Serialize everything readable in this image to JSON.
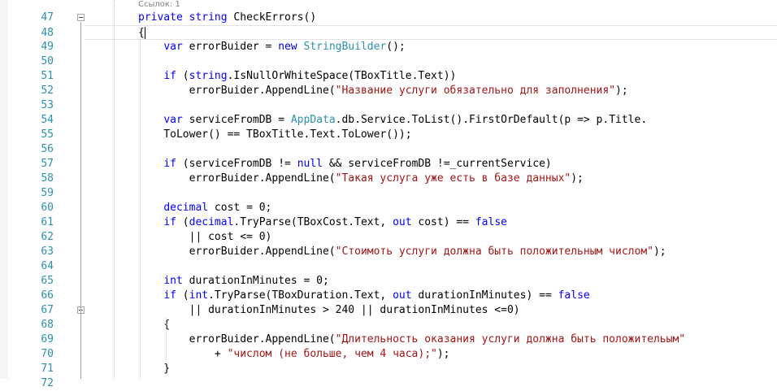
{
  "reference_label": "Ссылок: 1",
  "lines": [
    {
      "num": "47",
      "tokens": [
        {
          "t": "kw",
          "v": "private"
        },
        {
          "t": "tx",
          "v": " "
        },
        {
          "t": "kw",
          "v": "string"
        },
        {
          "t": "tx",
          "v": " CheckErrors()"
        }
      ]
    },
    {
      "num": "48",
      "tokens": [
        {
          "t": "tx",
          "v": "{"
        }
      ]
    },
    {
      "num": "49",
      "tokens": [
        {
          "t": "tx",
          "v": "    "
        },
        {
          "t": "kw",
          "v": "var"
        },
        {
          "t": "tx",
          "v": " errorBuider = "
        },
        {
          "t": "kw",
          "v": "new"
        },
        {
          "t": "tx",
          "v": " "
        },
        {
          "t": "ty",
          "v": "StringBuilder"
        },
        {
          "t": "tx",
          "v": "();"
        }
      ]
    },
    {
      "num": "50",
      "tokens": []
    },
    {
      "num": "51",
      "tokens": [
        {
          "t": "tx",
          "v": "    "
        },
        {
          "t": "kw",
          "v": "if"
        },
        {
          "t": "tx",
          "v": " ("
        },
        {
          "t": "kw",
          "v": "string"
        },
        {
          "t": "tx",
          "v": ".IsNullOrWhiteSpace(TBoxTitle.Text))"
        }
      ]
    },
    {
      "num": "52",
      "tokens": [
        {
          "t": "tx",
          "v": "        errorBuider.AppendLine("
        },
        {
          "t": "st",
          "v": "\"Название услуги обязательно для заполнения\""
        },
        {
          "t": "tx",
          "v": ");"
        }
      ]
    },
    {
      "num": "53",
      "tokens": []
    },
    {
      "num": "54",
      "tokens": [
        {
          "t": "tx",
          "v": "    "
        },
        {
          "t": "kw",
          "v": "var"
        },
        {
          "t": "tx",
          "v": " serviceFromDB = "
        },
        {
          "t": "ty",
          "v": "AppData"
        },
        {
          "t": "tx",
          "v": ".db.Service.ToList().FirstOrDefault(p => p.Title."
        }
      ]
    },
    {
      "num": "55",
      "tokens": [
        {
          "t": "tx",
          "v": "    ToLower() == TBoxTitle.Text.ToLower());"
        }
      ]
    },
    {
      "num": "56",
      "tokens": []
    },
    {
      "num": "57",
      "tokens": [
        {
          "t": "tx",
          "v": "    "
        },
        {
          "t": "kw",
          "v": "if"
        },
        {
          "t": "tx",
          "v": " (serviceFromDB != "
        },
        {
          "t": "kw",
          "v": "null"
        },
        {
          "t": "tx",
          "v": " && serviceFromDB !=_currentService)"
        }
      ]
    },
    {
      "num": "58",
      "tokens": [
        {
          "t": "tx",
          "v": "        errorBuider.AppendLine("
        },
        {
          "t": "st",
          "v": "\"Такая услуга уже есть в базе данных\""
        },
        {
          "t": "tx",
          "v": ");"
        }
      ]
    },
    {
      "num": "59",
      "tokens": []
    },
    {
      "num": "60",
      "tokens": [
        {
          "t": "tx",
          "v": "    "
        },
        {
          "t": "kw",
          "v": "decimal"
        },
        {
          "t": "tx",
          "v": " cost = 0;"
        }
      ]
    },
    {
      "num": "61",
      "tokens": [
        {
          "t": "tx",
          "v": "    "
        },
        {
          "t": "kw",
          "v": "if"
        },
        {
          "t": "tx",
          "v": " ("
        },
        {
          "t": "kw",
          "v": "decimal"
        },
        {
          "t": "tx",
          "v": ".TryParse(TBoxCost.Text, "
        },
        {
          "t": "kw",
          "v": "out"
        },
        {
          "t": "tx",
          "v": " cost) == "
        },
        {
          "t": "kw",
          "v": "false"
        }
      ]
    },
    {
      "num": "62",
      "tokens": [
        {
          "t": "tx",
          "v": "        || cost <= 0)"
        }
      ]
    },
    {
      "num": "63",
      "tokens": [
        {
          "t": "tx",
          "v": "        errorBuider.AppendLine("
        },
        {
          "t": "st",
          "v": "\"Стоимоть услуги должна быть положительным числом\""
        },
        {
          "t": "tx",
          "v": ");"
        }
      ]
    },
    {
      "num": "64",
      "tokens": []
    },
    {
      "num": "65",
      "tokens": [
        {
          "t": "tx",
          "v": "    "
        },
        {
          "t": "kw",
          "v": "int"
        },
        {
          "t": "tx",
          "v": " durationInMinutes = 0;"
        }
      ]
    },
    {
      "num": "66",
      "tokens": [
        {
          "t": "tx",
          "v": "    "
        },
        {
          "t": "kw",
          "v": "if"
        },
        {
          "t": "tx",
          "v": " ("
        },
        {
          "t": "kw",
          "v": "int"
        },
        {
          "t": "tx",
          "v": ".TryParse(TBoxDuration.Text, "
        },
        {
          "t": "kw",
          "v": "out"
        },
        {
          "t": "tx",
          "v": " durationInMinutes) == "
        },
        {
          "t": "kw",
          "v": "false"
        }
      ]
    },
    {
      "num": "67",
      "tokens": [
        {
          "t": "tx",
          "v": "        || durationInMinutes > 240 || durationInMinutes <=0)"
        }
      ]
    },
    {
      "num": "68",
      "tokens": [
        {
          "t": "tx",
          "v": "    {"
        }
      ]
    },
    {
      "num": "69",
      "tokens": [
        {
          "t": "tx",
          "v": "        errorBuider.AppendLine("
        },
        {
          "t": "st",
          "v": "\"Длительность оказания услуги должна быть положительым\""
        }
      ]
    },
    {
      "num": "70",
      "tokens": [
        {
          "t": "tx",
          "v": "            + "
        },
        {
          "t": "st",
          "v": "\"числом (не больше, чем 4 часа);\""
        },
        {
          "t": "tx",
          "v": ");"
        }
      ]
    },
    {
      "num": "71",
      "tokens": [
        {
          "t": "tx",
          "v": "    }"
        }
      ]
    },
    {
      "num": "72",
      "tokens": []
    }
  ]
}
